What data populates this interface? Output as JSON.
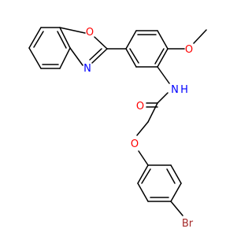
{
  "structure": {
    "colors": {
      "carbon": "#000000",
      "oxygen": "#ff0000",
      "nitrogen": "#0000ff",
      "bromine": "#a52a2a",
      "background": "#ffffff"
    },
    "atoms": {
      "o_oxazole": "O",
      "n_oxazole": "N",
      "o_methoxy": "O",
      "n_amide": "N",
      "h_amide": "H",
      "o_carbonyl": "O",
      "o_ether": "O",
      "br": "Br"
    }
  }
}
